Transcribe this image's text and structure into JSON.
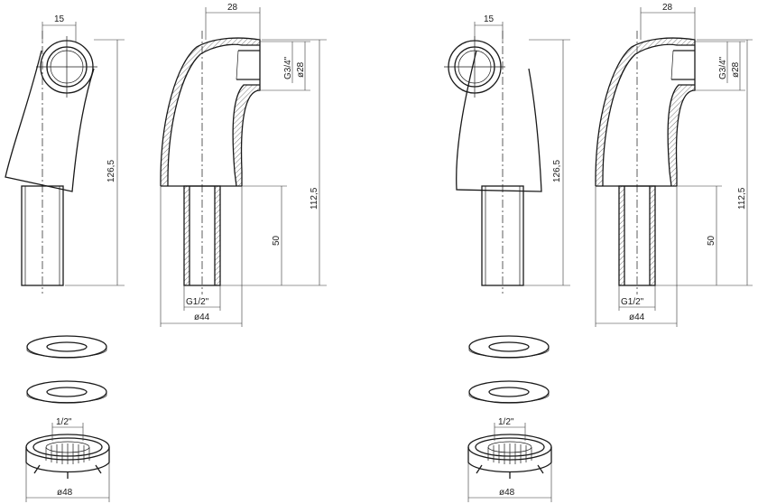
{
  "labels": {
    "width_15": "15",
    "width_28": "28",
    "height_126_5": "126,5",
    "height_112_5": "112,5",
    "length_50": "50",
    "thread_g34": "G3/4\"",
    "dia_28": "ø28",
    "thread_g12": "G1/2\"",
    "dia_44": "ø44",
    "dia_48": "ø48",
    "half_inch": "1/2\""
  },
  "colors": {
    "line": "#1a1a1a",
    "background": "#ffffff"
  }
}
